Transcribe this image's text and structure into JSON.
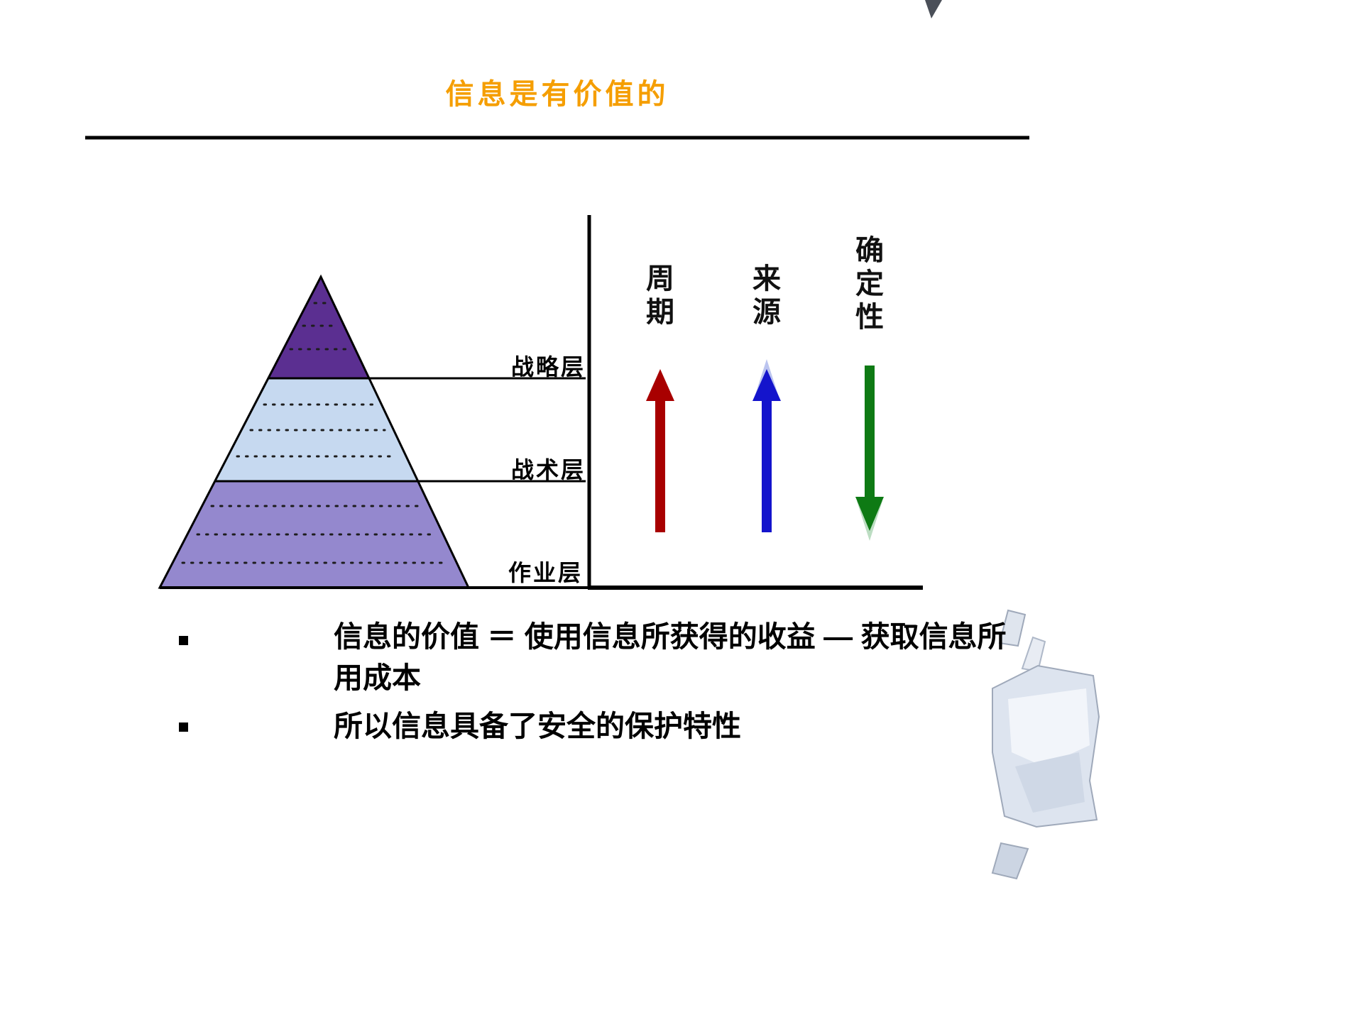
{
  "title": {
    "text": "信息是有价值的",
    "color": "#F59E00"
  },
  "pyramid": {
    "layers": [
      {
        "label": "战略层",
        "color": "#5B2F91"
      },
      {
        "label": "战术层",
        "color": "#C6D9F0"
      },
      {
        "label": "作业层",
        "color": "#9488CE"
      }
    ]
  },
  "indicators": [
    {
      "label": "周期",
      "direction": "up",
      "color": "#A80000"
    },
    {
      "label": "来源",
      "direction": "up",
      "color": "#1414CC"
    },
    {
      "label": "确定性",
      "direction": "down",
      "color": "#0E7A14"
    }
  ],
  "bullets": [
    "信息的价值 ＝ 使用信息所获得的收益 — 获取信息所用成本",
    "所以信息具备了安全的保护特性"
  ]
}
